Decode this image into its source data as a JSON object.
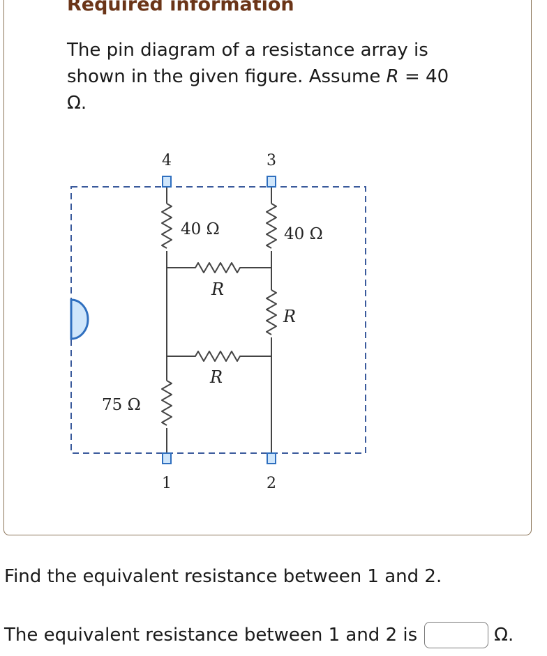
{
  "info": {
    "heading": "Required information",
    "problem_line1": "The pin diagram of a resistance array is",
    "problem_line2_prefix": "shown in the given figure. Assume ",
    "problem_var": "R",
    "problem_line2_suffix": " = 40",
    "problem_line3": "Ω."
  },
  "diagram": {
    "pins": {
      "p1": "1",
      "p2": "2",
      "p3": "3",
      "p4": "4"
    },
    "resistors": {
      "top_left": "40 Ω",
      "top_right": "40 Ω",
      "middle_upper": "R",
      "middle_right": "R",
      "middle_lower": "R",
      "bottom_left": "75 Ω"
    }
  },
  "question": {
    "prompt": "Find the equivalent resistance between 1 and 2.",
    "answer_prefix": "The equivalent resistance between 1 and 2 is",
    "unit": "Ω."
  },
  "colors": {
    "heading": "#6b3518",
    "border": "#8a7356",
    "pin_fill": "#cfe6fb",
    "pin_stroke": "#2f6fbf",
    "dashed": "#3a5a9c"
  }
}
